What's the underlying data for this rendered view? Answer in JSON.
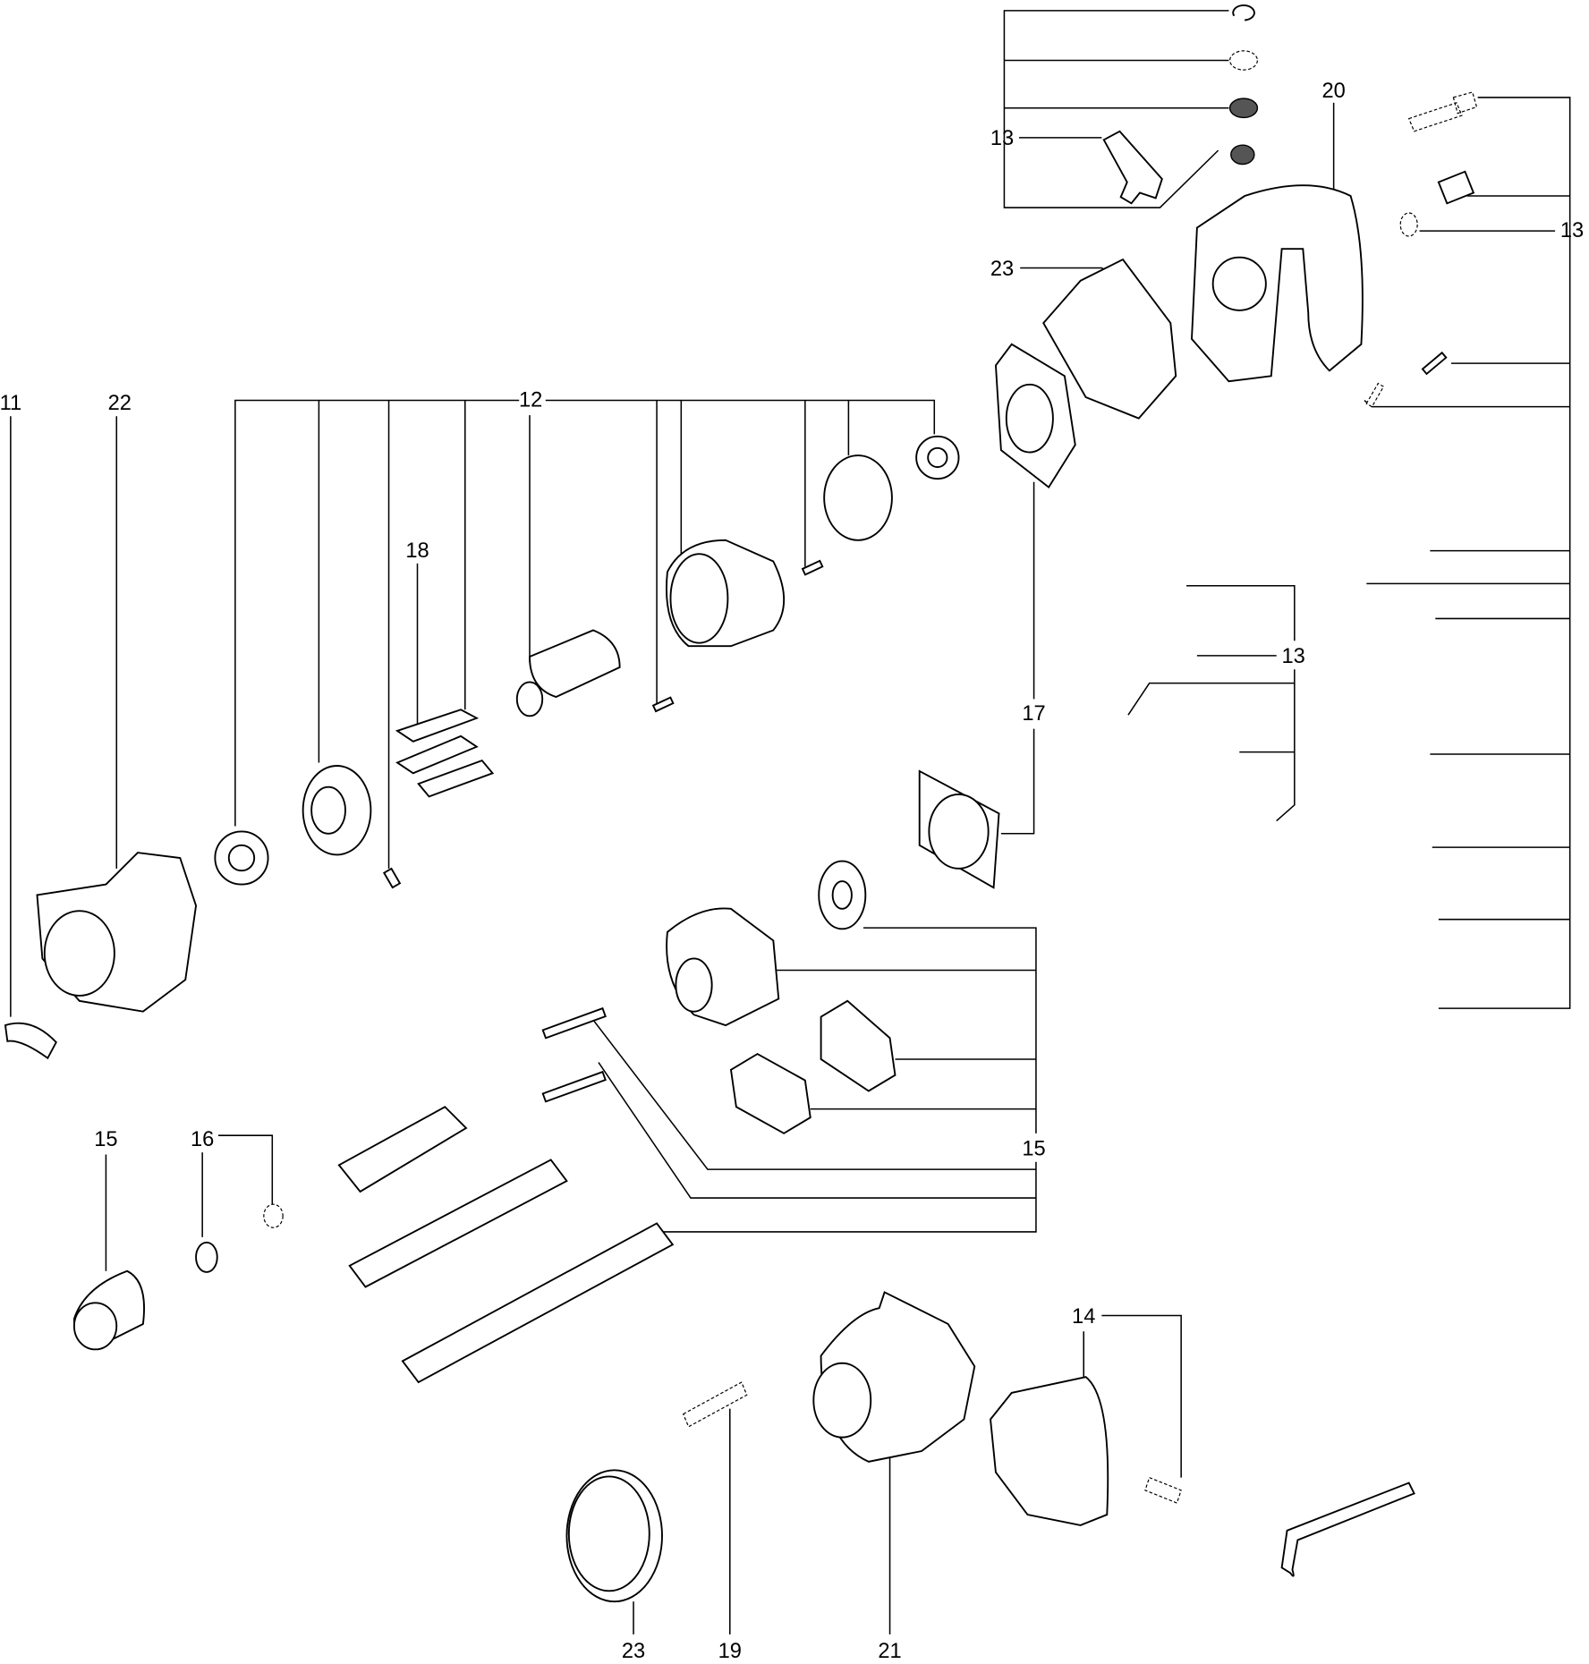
{
  "diagram": {
    "type": "exploded parts diagram",
    "colors": {
      "line": "#000000",
      "background": "#ffffff"
    },
    "labels": [
      "13",
      "20",
      "13",
      "23",
      "11",
      "22",
      "12",
      "18",
      "13",
      "17",
      "15",
      "16",
      "15",
      "14",
      "23",
      "19",
      "21"
    ]
  }
}
